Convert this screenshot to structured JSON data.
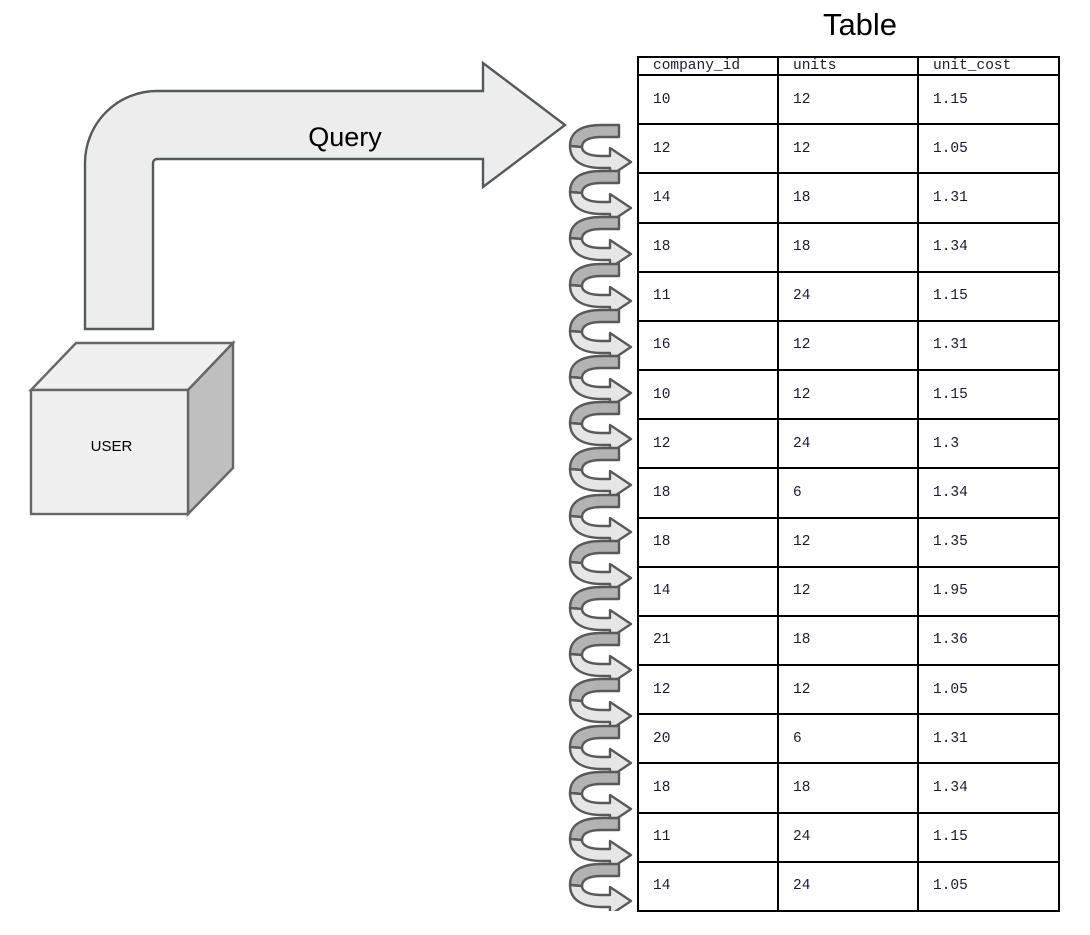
{
  "diagram": {
    "title": "Table",
    "arrow": {
      "label": "Query",
      "icon": "bent-right-arrow-icon",
      "fill": "#ededed",
      "stroke": "#55595c"
    },
    "actor": {
      "label": "USER",
      "icon": "cube-icon",
      "front_fill": "#f0f0f0",
      "top_fill": "#f0f0f0",
      "side_fill": "#bfbfbf",
      "stroke": "#666666"
    },
    "connector": {
      "icon": "spiral-arrow-icon",
      "count": 17,
      "top_fill": "#b3b3b3",
      "bottom_fill": "#e6e6e6",
      "stroke": "#595959"
    },
    "highlight_color": "#ff0000",
    "border_color": "#000000"
  },
  "chart_data": {
    "type": "table",
    "title": "Table",
    "columns": [
      "company_id",
      "units",
      "unit_cost"
    ],
    "rows": [
      {
        "company_id": "10",
        "units": "12",
        "unit_cost": "1.15",
        "highlight": false
      },
      {
        "company_id": "12",
        "units": "12",
        "unit_cost": "1.05",
        "highlight": false
      },
      {
        "company_id": "14",
        "units": "18",
        "unit_cost": "1.31",
        "highlight": false
      },
      {
        "company_id": "18",
        "units": "18",
        "unit_cost": "1.34",
        "highlight": true
      },
      {
        "company_id": "11",
        "units": "24",
        "unit_cost": "1.15",
        "highlight": false
      },
      {
        "company_id": "16",
        "units": "12",
        "unit_cost": "1.31",
        "highlight": false
      },
      {
        "company_id": "10",
        "units": "12",
        "unit_cost": "1.15",
        "highlight": false
      },
      {
        "company_id": "12",
        "units": "24",
        "unit_cost": "1.3",
        "highlight": false
      },
      {
        "company_id": "18",
        "units": "6",
        "unit_cost": "1.34",
        "highlight": true
      },
      {
        "company_id": "18",
        "units": "12",
        "unit_cost": "1.35",
        "highlight": true
      },
      {
        "company_id": "14",
        "units": "12",
        "unit_cost": "1.95",
        "highlight": false
      },
      {
        "company_id": "21",
        "units": "18",
        "unit_cost": "1.36",
        "highlight": false
      },
      {
        "company_id": "12",
        "units": "12",
        "unit_cost": "1.05",
        "highlight": false
      },
      {
        "company_id": "20",
        "units": "6",
        "unit_cost": "1.31",
        "highlight": false
      },
      {
        "company_id": "18",
        "units": "18",
        "unit_cost": "1.34",
        "highlight": true
      },
      {
        "company_id": "11",
        "units": "24",
        "unit_cost": "1.15",
        "highlight": false
      },
      {
        "company_id": "14",
        "units": "24",
        "unit_cost": "1.05",
        "highlight": false
      }
    ],
    "highlighted_row_indices": [
      3,
      8,
      9,
      14
    ],
    "row_count": 17
  }
}
